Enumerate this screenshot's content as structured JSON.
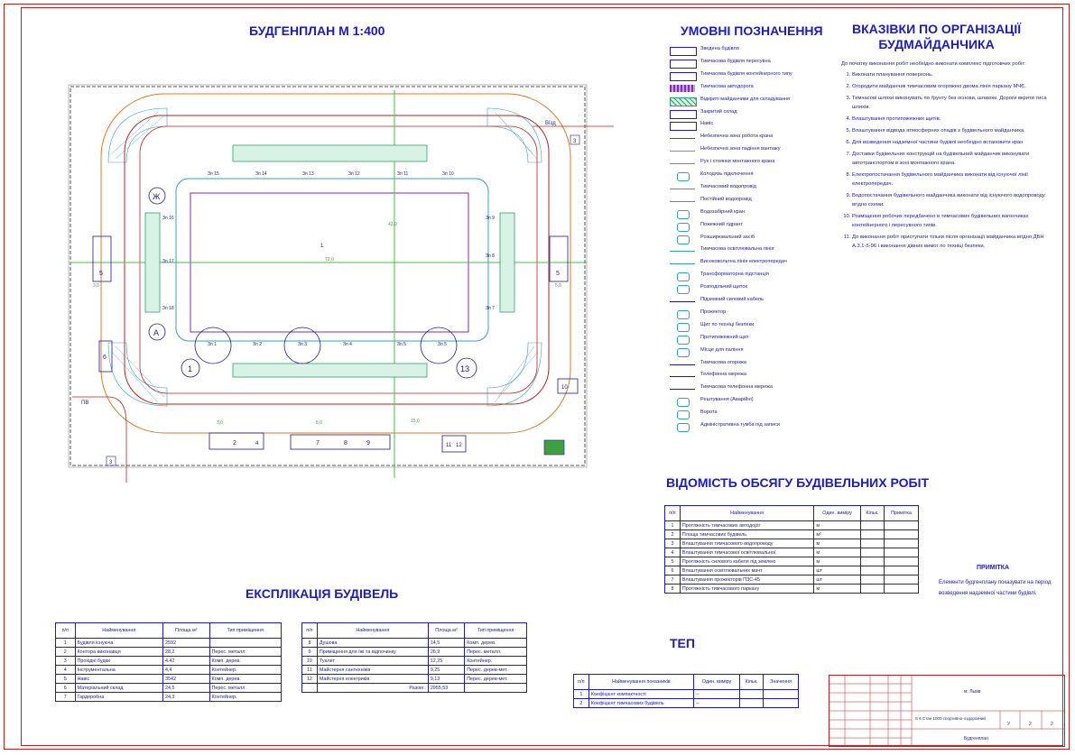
{
  "titles": {
    "plan": "БУДГЕНПЛАН  М 1:400",
    "legend": "УМОВНІ ПОЗНАЧЕННЯ",
    "notes_line1": "ВКАЗІВКИ ПО ОРГАНІЗАЦІЇ",
    "notes_line2": "БУДМАЙДАНЧИКА",
    "volume": "ВІДОМІСТЬ ОБСЯГУ  БУДІВЕЛЬНИХ РОБІТ",
    "explication": "ЕКСПЛІКАЦІЯ БУДІВЕЛЬ",
    "tep": "ТЕП",
    "remark": "ПРИМІТКА"
  },
  "remark_text": "Елементи будгенплану показувати на період возведення надземної частини будівлі.",
  "colors": {
    "line": "#1a1ac8",
    "red": "#c02020",
    "orange": "#e07a20",
    "green": "#40c040",
    "cyan": "#30a0c8",
    "purple": "#8a2ab0"
  },
  "legend": [
    {
      "label": "Зведена будівля",
      "icon": "rect-building"
    },
    {
      "label": "Тимчасова будівля пересувна",
      "icon": "rect-mobile"
    },
    {
      "label": "Тимчасова будівля контейнерного типу",
      "icon": "rect-container"
    },
    {
      "label": "Тимчасова автодорога",
      "icon": "hatch-road"
    },
    {
      "label": "Відкриті майданчики для складування",
      "icon": "hatch-storage"
    },
    {
      "label": "Закритий склад",
      "icon": "rect-closed"
    },
    {
      "label": "Навіс",
      "icon": "rect-shed"
    },
    {
      "label": "Небезпечна зона роботи крана",
      "icon": "line-red"
    },
    {
      "label": "Небезпечна зона падіння вантажу",
      "icon": "line-orange"
    },
    {
      "label": "Рух і стоянки монтажного крана",
      "icon": "line-crane"
    },
    {
      "label": "Колодязь підключення",
      "icon": "circle-well"
    },
    {
      "label": "Тимчасовий водопровід",
      "icon": "line-water"
    },
    {
      "label": "Постійний водопровід",
      "icon": "line-water2"
    },
    {
      "label": "Водозабірний кран",
      "icon": "valve"
    },
    {
      "label": "Пожежний гідрант",
      "icon": "hydrant"
    },
    {
      "label": "Розширювальний засіб",
      "icon": "expansion"
    },
    {
      "label": "Тимчасова освітлювальна лінія",
      "icon": "line-light"
    },
    {
      "label": "Високовольтна лінія електропередач",
      "icon": "line-hv"
    },
    {
      "label": "Трансформаторна підстанція",
      "icon": "substation"
    },
    {
      "label": "Розподільчий щиток",
      "icon": "panel"
    },
    {
      "label": "Підземний силовий кабель",
      "icon": "cable"
    },
    {
      "label": "Прожектор",
      "icon": "projector"
    },
    {
      "label": "Щит по техніці безпеки",
      "icon": "safety-board"
    },
    {
      "label": "Протипожежний щит",
      "icon": "fire-board"
    },
    {
      "label": "Місце для паління",
      "icon": "smoking"
    },
    {
      "label": "Тимчасова огорожа",
      "icon": "fence"
    },
    {
      "label": "Телефонна мережа",
      "icon": "phone"
    },
    {
      "label": "Тимчасова телефонна мережа",
      "icon": "phone-temp"
    },
    {
      "label": "Рештування (Аварійні)",
      "icon": "scaffold"
    },
    {
      "label": "Ворота",
      "icon": "gate"
    },
    {
      "label": "Адміністративна тумба під записи",
      "icon": "notice"
    }
  ],
  "notes": {
    "intro": "До початку виконання робіт необхідно виконати комплекс підготовчих робіт:",
    "items": [
      "Виконати планування поверхонь.",
      "Огородити майданчик тимчасовим огорожею двома лінія паркану МЧЄ.",
      "Тимчасові шляхи виконувать по ґрунту без основи, шлаком. Дороги вкрити тиса шляхів.",
      "Влаштування протипожежних щитів.",
      "Влаштування відвода атмосферних опадів з будівельного майданчика.",
      "Для возведення надземної частини будівлі необхідно встановити кран",
      "Доставки будівельних конструкцій на будівельний майданчик виконувати автотранспортом в зоні монтажного крана.",
      "Електропостачання будівельного майданчика виконати від існуючої лінії електропередач.",
      "Водопостачання будівельного майданчика виконати від існуючого водопроводу вгідно схеми.",
      "Розміщення робочих передбачено в тимчасових будівельних вагончиках контейнерного і пересувного типів.",
      "До виконання робіт приступати тільки після організації майданчика вгідно ДБН А.3.1-5-96 і виконання дівних вимог по техніці безпеки."
    ]
  },
  "volume_table": {
    "headers": [
      "п/п",
      "Найменування",
      "Один. виміру",
      "Кільк.",
      "Примітка"
    ],
    "rows": [
      [
        "1",
        "Протяжність тимчасових автодоріг",
        "м",
        "",
        ""
      ],
      [
        "2",
        "Площа тимчасових будівель",
        "м²",
        "",
        ""
      ],
      [
        "3",
        "Влаштування тимчасового водопроводу",
        "м",
        "",
        ""
      ],
      [
        "4",
        "Влаштування тимчасової освітлювальної",
        "м",
        "",
        ""
      ],
      [
        "5",
        "Протяжність силового кабеля під землею",
        "м",
        "",
        ""
      ],
      [
        "6",
        "Влаштування освітлювальних мачт",
        "шт",
        "",
        ""
      ],
      [
        "7",
        "Влаштування прожекторів ПЗС-45",
        "шт",
        "",
        ""
      ],
      [
        "8",
        "Протяжність тимчасового паркану",
        "м",
        "",
        ""
      ]
    ]
  },
  "expl_left": {
    "headers": [
      "п/п",
      "Найменування",
      "Площа м²",
      "Тип приміщення"
    ],
    "rows": [
      [
        "1",
        "Будівля існуюча",
        "2592",
        ""
      ],
      [
        "2",
        "Контора виконавця",
        "28,2",
        "Перес. металл."
      ],
      [
        "3",
        "Прохідні будки",
        "4.42",
        "Комп. дерев."
      ],
      [
        "4",
        "Інструментальна",
        "4,4",
        "Контейнер."
      ],
      [
        "5",
        "Навіс",
        "3542",
        "Комп. дерев."
      ],
      [
        "6",
        "Матеріальний склад",
        "24,5",
        "Перес. металл."
      ],
      [
        "7",
        "Гардеробна",
        "24,3",
        "Контейнер."
      ]
    ]
  },
  "expl_right": {
    "headers": [
      "п/п",
      "Найменування",
      "Площа м²",
      "Тип приміщення"
    ],
    "rows": [
      [
        "8",
        "Душова",
        "14,5",
        "Комп. дерев."
      ],
      [
        "9",
        "Приміщення для їжі та відпочинку",
        "26,9",
        "Перес. металл."
      ],
      [
        "10",
        "Туалет",
        "12,25",
        "Контейнер."
      ],
      [
        "11",
        "Майстерня сантехніків",
        "9,25",
        "Перес. дерев-мет."
      ],
      [
        "12",
        "Майстерня електриків",
        "9,13",
        "Перес. дерев-мет."
      ]
    ],
    "total_label": "Разом :",
    "total_value": "2955,53"
  },
  "tep_table": {
    "headers": [
      "п/п",
      "Найменування показників",
      "Один. виміру",
      "Кільк.",
      "Значення"
    ],
    "rows": [
      [
        "1",
        "Коефіцієнт компактності",
        "–",
        "",
        ""
      ],
      [
        "2",
        "Коефіцієнт тимчасових будівель",
        "–",
        "",
        ""
      ]
    ]
  },
  "plan": {
    "labels": {
      "zh": "Ж",
      "a": "А",
      "one": "1",
      "thirteen": "13",
      "three_right": "3",
      "three_left": "3",
      "entry": "Вїзд",
      "pv": "ПВ",
      "ten": "10",
      "five_l": "5",
      "five_r": "5",
      "six": "6",
      "two": "2",
      "four": "4",
      "seven": "7",
      "eight": "8",
      "nine": "9",
      "eleven": "11",
      "twelve": "12",
      "center": "1"
    },
    "crane_marks_top": [
      "Зп 15",
      "Зп 14",
      "Зп 13",
      "Зп 12",
      "Зп 11",
      "Зп 10"
    ],
    "crane_marks_bottom": [
      "Зп 1",
      "Зп 2",
      "Зп 3",
      "Зп 4",
      "Зп 5",
      "Зп 5"
    ],
    "crane_marks_left": [
      "Зп 16",
      "Зп 17",
      "Зп 18"
    ],
    "crane_marks_right": [
      "Зп 9",
      "Зп 8",
      "Зп 7"
    ],
    "dims": [
      "72,0",
      "3,0",
      "5,0",
      "15,0",
      "42,0",
      "3,0",
      "5,0"
    ]
  },
  "stamp": {
    "doc": "м. Львів",
    "title": "S 6 Стан 1000 спортивно-оздоровчий",
    "sheet_a": "У",
    "sheet_b": "2",
    "sheet_c": "2",
    "role": "Будгенплан"
  }
}
